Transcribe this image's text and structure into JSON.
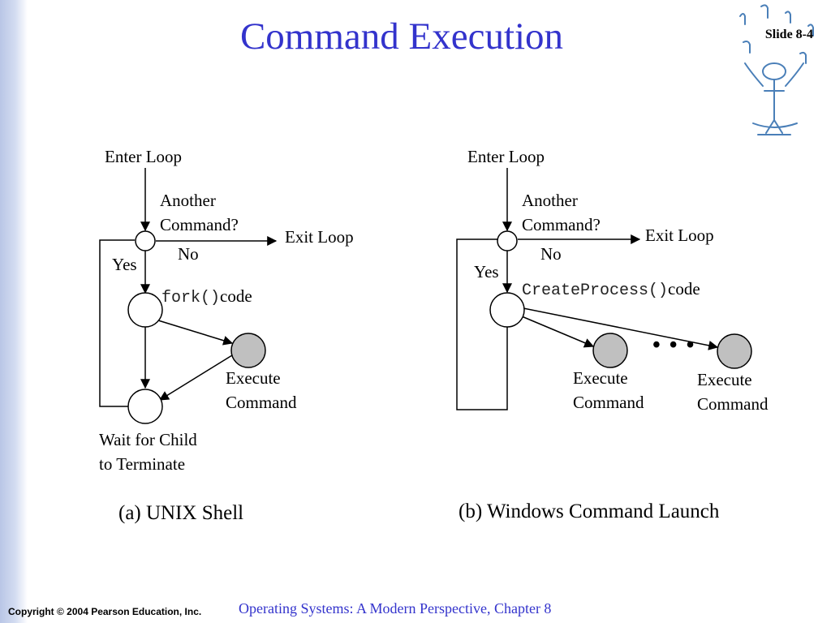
{
  "slide": {
    "title": "Command Execution",
    "number": "Slide 8-4"
  },
  "unix": {
    "enter_loop": "Enter Loop",
    "another_command_1": "Another",
    "another_command_2": "Command?",
    "exit_loop": "Exit Loop",
    "no": "No",
    "yes": "Yes",
    "fork_fn": "fork()",
    "fork_code": "code",
    "execute_1": "Execute",
    "execute_2": "Command",
    "wait_1": "Wait for Child",
    "wait_2": "to Terminate",
    "caption": "(a) UNIX Shell"
  },
  "windows": {
    "enter_loop": "Enter Loop",
    "another_command_1": "Another",
    "another_command_2": "Command?",
    "exit_loop": "Exit Loop",
    "no": "No",
    "yes": "Yes",
    "create_fn": "CreateProcess()",
    "create_code": "code",
    "execute_a_1": "Execute",
    "execute_a_2": "Command",
    "execute_b_1": "Execute",
    "execute_b_2": "Command",
    "ellipsis": "• • •",
    "caption": "(b) Windows Command Launch"
  },
  "footer": {
    "copyright": "Copyright © 2004 Pearson Education, Inc.",
    "book": "Operating Systems: A Modern Perspective, Chapter 8"
  },
  "colors": {
    "title": "#3333cc",
    "filled_node": "#c0c0c0"
  }
}
